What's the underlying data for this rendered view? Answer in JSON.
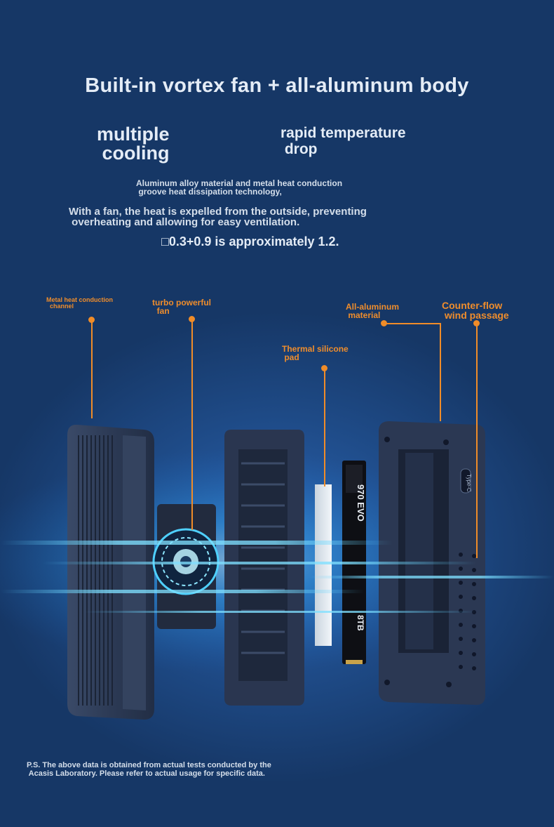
{
  "headline": "Built-in vortex fan + all-aluminum body",
  "features": {
    "left": "multiple\n cooling",
    "right": "rapid temperature\n drop"
  },
  "descriptions": {
    "line1": "Aluminum alloy material and metal heat conduction\n groove heat dissipation technology,",
    "line2": "With a fan, the heat is expelled from the outside, preventing\n overheating and allowing for easy ventilation.",
    "line3": "□0.3+0.9 is approximately 1.2."
  },
  "callouts": {
    "channel": "Metal heat conduction\n  channel",
    "fan": "turbo powerful\n  fan",
    "pad": "Thermal silicone\n pad",
    "material": "All-aluminum\n material",
    "passage": "Counter-flow\n wind passage"
  },
  "ssd": {
    "model": "970 EVO",
    "capacity": "8TB"
  },
  "port_label": "Type-C",
  "footnote": "P.S. The above data is obtained from actual tests conducted by the\n Acasis Laboratory. Please refer to actual usage for specific data.",
  "colors": {
    "accent": "#f08c28",
    "text": "#e4ecf6",
    "glow": "#37b4ff"
  }
}
